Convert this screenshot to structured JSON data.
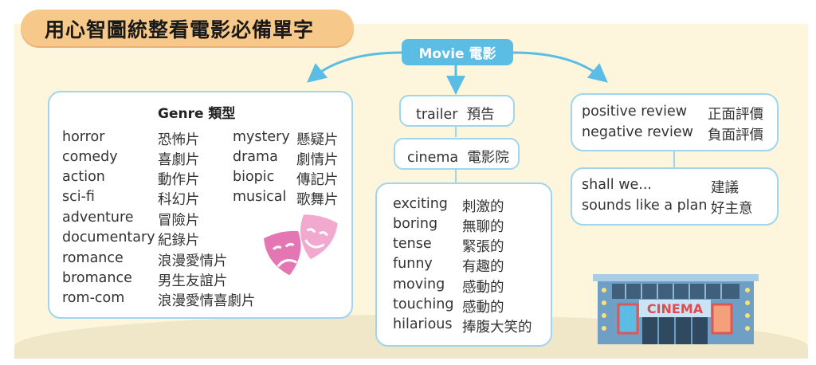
{
  "title": "用心智圖統整看電影必備單字",
  "center": "Movie 電影",
  "genre": {
    "heading": "Genre 類型",
    "left": [
      {
        "en": "horror",
        "zh": "恐怖片"
      },
      {
        "en": "comedy",
        "zh": "喜劇片"
      },
      {
        "en": "action",
        "zh": "動作片"
      },
      {
        "en": "sci-fi",
        "zh": "科幻片"
      },
      {
        "en": "adventure",
        "zh": "冒險片"
      },
      {
        "en": "documentary",
        "zh": "紀錄片"
      },
      {
        "en": "romance",
        "zh": "浪漫愛情片"
      },
      {
        "en": "bromance",
        "zh": "男生友誼片"
      },
      {
        "en": "rom-com",
        "zh": "浪漫愛情喜劇片"
      }
    ],
    "right": [
      {
        "en": "mystery",
        "zh": "懸疑片"
      },
      {
        "en": "drama",
        "zh": "劇情片"
      },
      {
        "en": "biopic",
        "zh": "傳記片"
      },
      {
        "en": "musical",
        "zh": "歌舞片"
      }
    ]
  },
  "trailer": "trailer  預告",
  "cinema": "cinema  電影院",
  "adjectives": [
    {
      "en": "exciting",
      "zh": "刺激的"
    },
    {
      "en": "boring",
      "zh": "無聊的"
    },
    {
      "en": "tense",
      "zh": "緊張的"
    },
    {
      "en": "funny",
      "zh": "有趣的"
    },
    {
      "en": "moving",
      "zh": "感動的"
    },
    {
      "en": "touching",
      "zh": "感動的"
    },
    {
      "en": "hilarious",
      "zh": "捧腹大笑的"
    }
  ],
  "reviews": [
    {
      "en": "positive review",
      "zh": "正面評價"
    },
    {
      "en": "negative review",
      "zh": "負面評價"
    }
  ],
  "suggest": [
    {
      "en": "shall we...",
      "zh": "建議"
    },
    {
      "en": "sounds like a plan",
      "zh": "好主意"
    }
  ],
  "sign": "CINEMA",
  "colors": {
    "accent": "#5bbde4",
    "box_border": "#9fd6ee",
    "title_pill": "#f6c98a",
    "background": "#fdf6dc"
  }
}
